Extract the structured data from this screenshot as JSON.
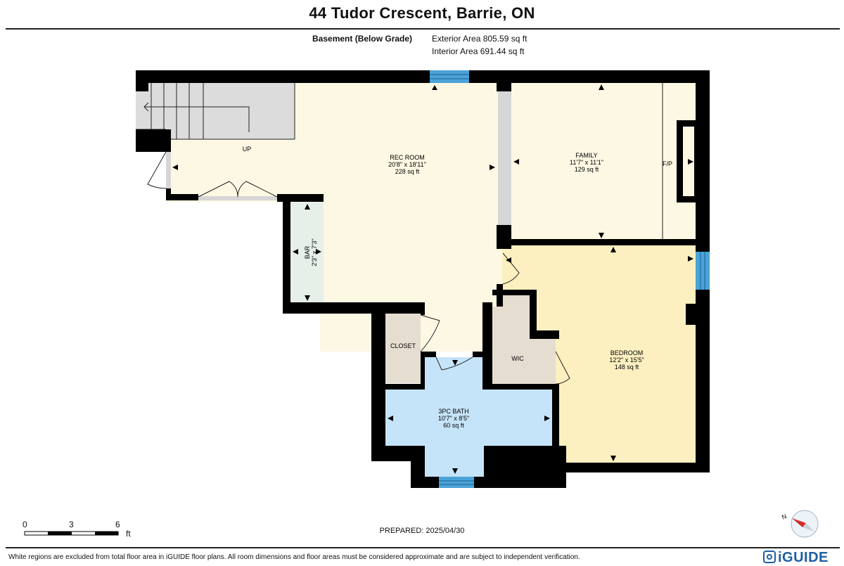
{
  "title": "44 Tudor Crescent, Barrie, ON",
  "header": {
    "floor_label": "Basement (Below Grade)",
    "exterior_area": "Exterior Area 805.59 sq ft",
    "interior_area": "Interior Area 691.44 sq ft"
  },
  "rooms": {
    "rec_room": {
      "name": "REC ROOM",
      "dims": "20'8\" x 18'11\"",
      "area": "228 sq ft"
    },
    "family": {
      "name": "FAMILY",
      "dims": "11'7\" x 11'1\"",
      "area": "129 sq ft"
    },
    "fp": {
      "name": "F/P"
    },
    "bar": {
      "name": "BAR",
      "dims": "2'3\" x 7'3\""
    },
    "bedroom": {
      "name": "BEDROOM",
      "dims": "12'2\" x 15'5\"",
      "area": "148 sq ft"
    },
    "closet": {
      "name": "CLOSET"
    },
    "wic": {
      "name": "WIC"
    },
    "bath": {
      "name": "3PC BATH",
      "dims": "10'7\" x 8'5\"",
      "area": "60 sq ft"
    },
    "stairs": {
      "name": "UP"
    }
  },
  "colors": {
    "rec_room": "#fcf8e3",
    "family": "#fcf8e3",
    "bedroom": "#fcefc0",
    "bar": "#e6f0e9",
    "closet": "#e6ddd1",
    "bath": "#c5e4fa",
    "stairs": "#dcdcdc",
    "window": "#4aa3d8",
    "wall": "#000000"
  },
  "scale": {
    "ticks": [
      "0",
      "3",
      "6"
    ],
    "unit": "ft"
  },
  "compass": {
    "north_label": "N"
  },
  "prepared": "PREPARED: 2025/04/30",
  "disclaimer": "White regions are excluded from total floor area in iGUIDE floor plans. All room dimensions and floor areas must be considered approximate and are subject to independent verification.",
  "brand": "iGUIDE"
}
